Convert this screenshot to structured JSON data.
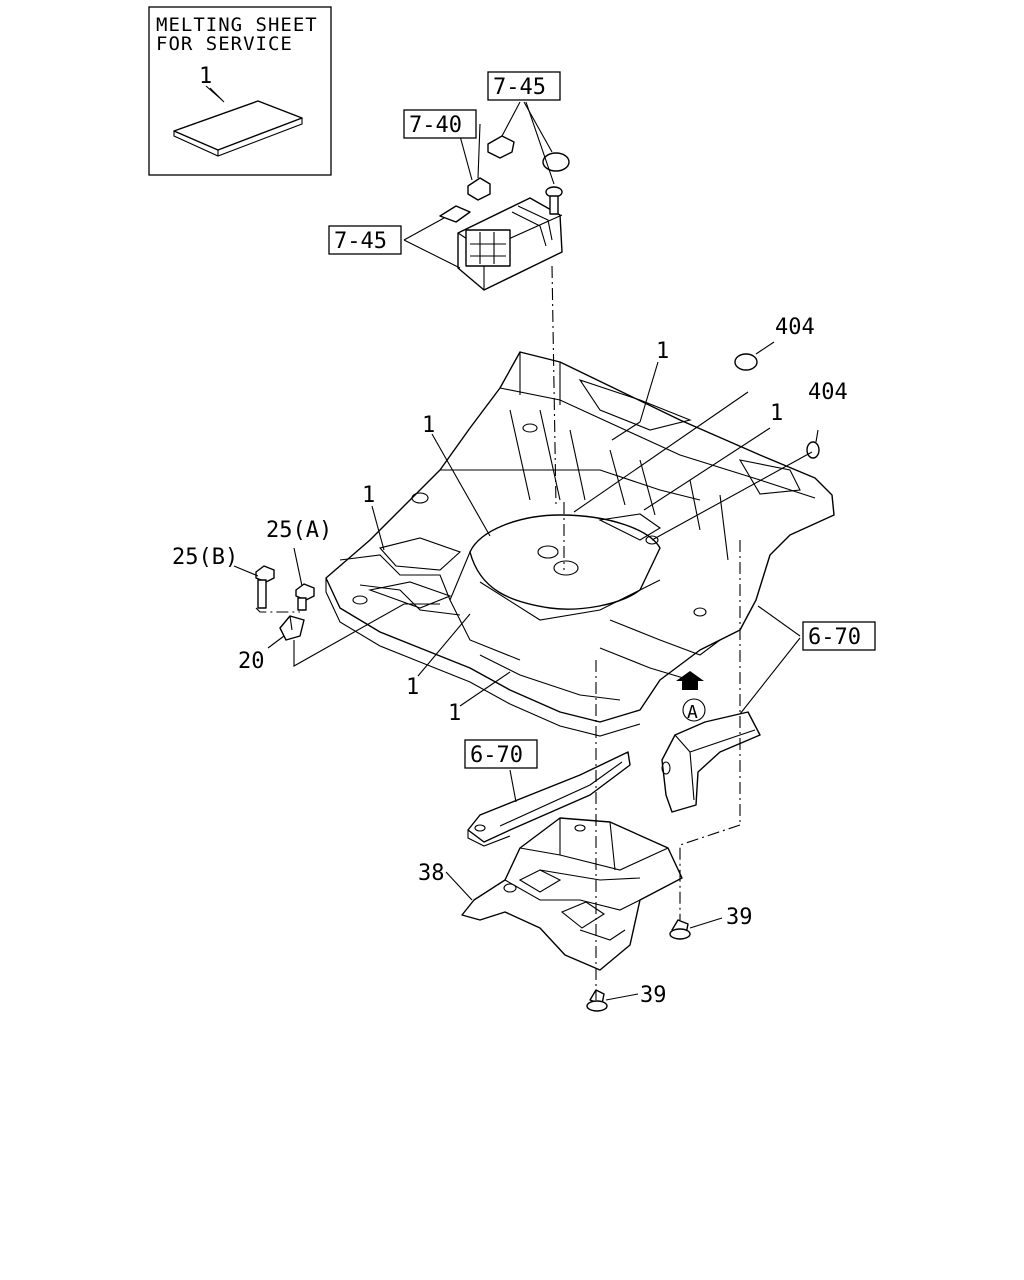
{
  "inset": {
    "title_line1": "MELTING SHEET",
    "title_line2": "FOR SERVICE",
    "part_number": "1"
  },
  "labels": {
    "p1_a": "1",
    "p1_b": "1",
    "p1_c": "1",
    "p1_d": "1",
    "p1_e": "1",
    "p1_f": "1",
    "p404_a": "404",
    "p404_b": "404",
    "p25a": "25(A)",
    "p25b": "25(B)",
    "p20": "20",
    "p38": "38",
    "p39_a": "39",
    "p39_b": "39",
    "view_a": "A"
  },
  "references": {
    "r745_top": "7-45",
    "r740": "7-40",
    "r745_left": "7-45",
    "r670_right": "6-70",
    "r670_left": "6-70"
  }
}
